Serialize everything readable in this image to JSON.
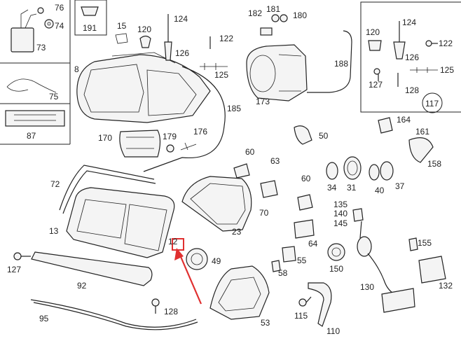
{
  "colors": {
    "highlight": "#e03030",
    "ink": "#222222",
    "background": "#ffffff"
  },
  "labels": {
    "l76": "76",
    "l74": "74",
    "l73": "73",
    "l191": "191",
    "l124a": "124",
    "l15": "15",
    "l120a": "120",
    "l126a": "126",
    "l122a": "122",
    "l125a": "125",
    "l8": "8",
    "l75": "75",
    "l87": "87",
    "l185": "185",
    "l182": "182",
    "l181": "181",
    "l180": "180",
    "l173": "173",
    "l188": "188",
    "l120b": "120",
    "l124b": "124",
    "l122b": "122",
    "l126b": "126",
    "l127b": "127",
    "l125b": "125",
    "l128b": "128",
    "l117": "117",
    "l170": "170",
    "l179": "179",
    "l176": "176",
    "l50": "50",
    "l164": "164",
    "l161": "161",
    "l60a": "60",
    "l63": "63",
    "l158": "158",
    "l34": "34",
    "l31": "31",
    "l40": "40",
    "l37": "37",
    "l72": "72",
    "l60b": "60",
    "l70": "70",
    "l135": "135",
    "l140": "140",
    "l145": "145",
    "l13": "13",
    "l23": "23",
    "l12": "12",
    "l155": "155",
    "l64": "64",
    "l127a": "127",
    "l49": "49",
    "l55": "55",
    "l58": "58",
    "l150": "150",
    "l132": "132",
    "l92": "92",
    "l130": "130",
    "l128a": "128",
    "l115": "115",
    "l95": "95",
    "l53": "53",
    "l110": "110"
  }
}
